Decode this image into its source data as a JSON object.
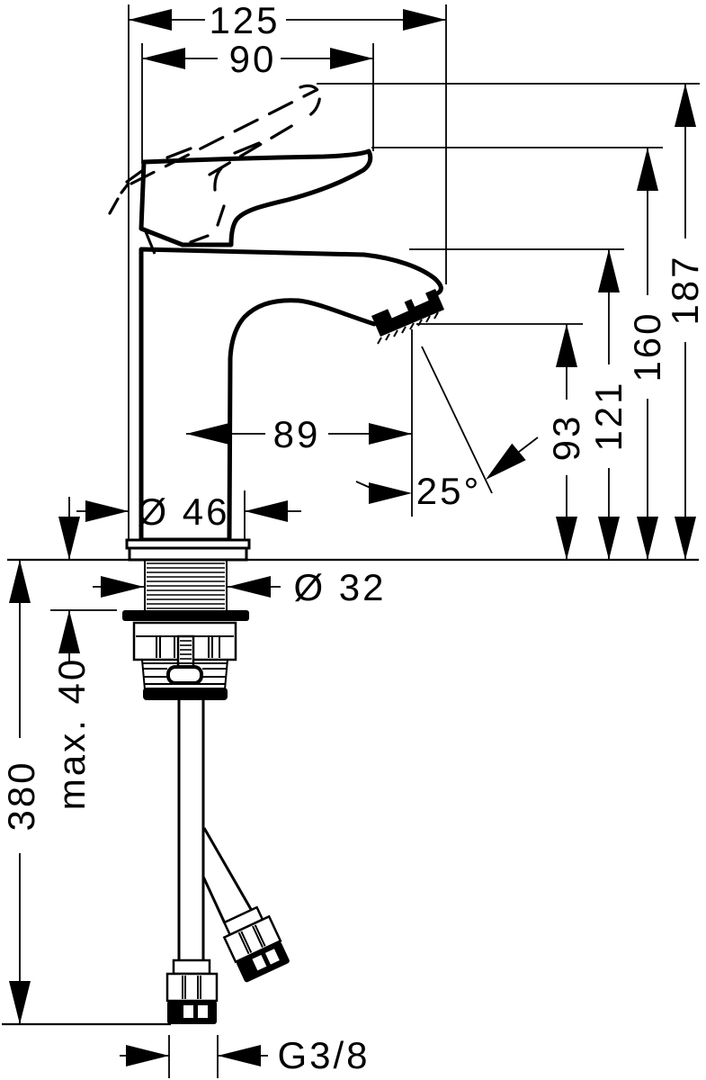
{
  "drawing": {
    "above_counter": {
      "width_overall": "125",
      "width_handle": "90",
      "height_lever_raised": "187",
      "height_lever": "160",
      "height_spout_top": "121",
      "height_outlet": "93",
      "reach_outlet": "89",
      "outlet_angle": "25°",
      "base_diameter": "Ø 46"
    },
    "below_counter": {
      "shank_diameter": "Ø 32",
      "max_mounting_thickness": "max. 40",
      "hose_length": "380",
      "connection_thread": "G3/8"
    }
  }
}
